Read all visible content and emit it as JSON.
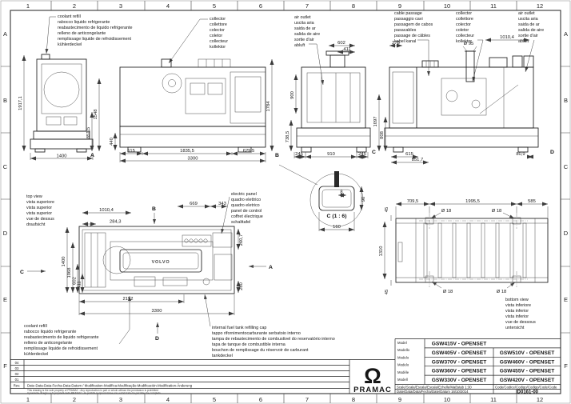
{
  "sheet": {
    "border_cols": [
      "1",
      "2",
      "3",
      "4",
      "5",
      "6",
      "7",
      "8",
      "9",
      "10",
      "11",
      "12"
    ],
    "border_rows": [
      "A",
      "B",
      "C",
      "D",
      "E",
      "F"
    ]
  },
  "labels": {
    "coolant_refill": [
      "coolant refill",
      "rabocco liquido refrigerante",
      "reabastecimento de liquido refrigerante",
      "relleno de anticongelante",
      "remplissage liquide de refroidissement",
      "kühlerdeckel"
    ],
    "collector": [
      "collector",
      "collettore",
      "colector",
      "coletor",
      "collecteur",
      "kollektor"
    ],
    "air_outlet": [
      "air outlet",
      "uscita aria",
      "saida de ar",
      "salida de aire",
      "sortie d'air",
      "abluft"
    ],
    "cable_passage": [
      "cable passage",
      "passaggio cavi",
      "passagem de cabos",
      "pasacables",
      "passage de câbles",
      "kabel kanal"
    ],
    "top_view": [
      "top view",
      "vista superiore",
      "vista superior",
      "vista superior",
      "vue de dessus",
      "draufsicht"
    ],
    "electric_panel": [
      "electric panel",
      "quadro elettrico",
      "quadro eletrico",
      "panel de control",
      "coffret électrique",
      "schalttafel"
    ],
    "fuel_cap": [
      "internal fuel tank refilling cap",
      "tappo rifornimentocarburante serbatoio interno",
      "tampa de rebastecimento de combustivel do reservatório interno",
      "tapa de tanque de combustible interna",
      "bouchon de remplissage du réservoir de carburant",
      "tankdeckel"
    ],
    "bottom_view": [
      "bottom view",
      "vista inferiore",
      "vista inferior",
      "vista inferior",
      "vue de dessous",
      "untersicht"
    ]
  },
  "views": {
    "front": {
      "letter": "A",
      "dim_height": "1917,1",
      "dim_h2": "1548",
      "dim_h3": "851,5",
      "dim_width": "1400"
    },
    "left_side": {
      "letter": "B",
      "dim_base": "440",
      "dim_height": "1784",
      "dim_seg1": "515",
      "dim_seg2": "1835,5",
      "dim_seg3": "629,5",
      "dim_total": "3300"
    },
    "rear": {
      "letter": "C",
      "dim_top1": "602",
      "dim_top2": "411",
      "dim_h1": "900",
      "dim_h2": "738,5",
      "dim_b1": "245",
      "dim_b2": "910",
      "dim_b3": "245"
    },
    "right_side": {
      "letter": "D",
      "dim_t1": "278",
      "dim_pipe": "Ø 95",
      "dim_t3": "1010,4",
      "dim_h1": "1097",
      "dim_h2": "808",
      "dim_b1": "615",
      "dim_b2": "851,7",
      "dim_b3": "80,9"
    },
    "plan": {
      "arrow_a": "A",
      "arrow_b": "B",
      "arrow_c": "C",
      "arrow_d": "D",
      "engine_brand": "VOLVO",
      "dim_t1": "1010,4",
      "dim_t2": "284,3",
      "dim_t3": "669",
      "dim_t4": "343",
      "dim_l1": "1400",
      "dim_l2": "1068",
      "dim_l3": "602",
      "dim_l4": "411",
      "dim_r1": "260,7",
      "dim_r2": "280",
      "dim_b1": "2152",
      "dim_b2": "3300"
    },
    "detail_c": {
      "title": "C (1 : 6)",
      "dim_w_inner": "8",
      "dim_h": "90",
      "dim_w": "160"
    },
    "bottom": {
      "dim_t1": "709,5",
      "dim_t2": "1995,5",
      "dim_t3": "585",
      "dim_tl": "45",
      "dim_l": "1310",
      "dim_bl": "45",
      "dim_hole": "Ø 18"
    }
  },
  "revision": {
    "rows": [
      "04",
      "03",
      "02",
      "01"
    ],
    "rev_label": "Rev.",
    "rev_text": "Date-Data-Data-Fecha-Data-Datum / Modification-Modifica-Modificação-Modificación-Modification-Änderung",
    "disclaimer_en": "This drawing is the sole property of PRAMAC : Any reproduction in part or whole without the permission is prohibited",
    "disclaimer_it": "Il presente disegno è di proprietà della PRAMAC : E' proibita la riproduzione non autorizzata sia parziale che completa"
  },
  "title_block": {
    "model_labels": [
      "Model",
      "Modello",
      "Modelo",
      "Modelo",
      "Modèle",
      "Modell"
    ],
    "models_col1": [
      "GSW415V - OPENSET",
      "GSW405V - OPENSET",
      "GSW370V - OPENSET",
      "GSW360V - OPENSET",
      "GSW330V - OPENSET"
    ],
    "models_col2": [
      "GSW510V - OPENSET",
      "GSW460V - OPENSET",
      "GSW455V - OPENSET",
      "GSW420V - OPENSET"
    ],
    "scale_line": "Scale/Scala/Escala/Escala/Echelle/Maßstab 1:30",
    "date_line": "Date/Data/Data/Fecha/Date/Datum  16/10/2014",
    "code_label": "Code/Codice/Codigo/Codigo/Code/Code",
    "code_value": "ID0161-00",
    "brand": "PRAMAC"
  }
}
